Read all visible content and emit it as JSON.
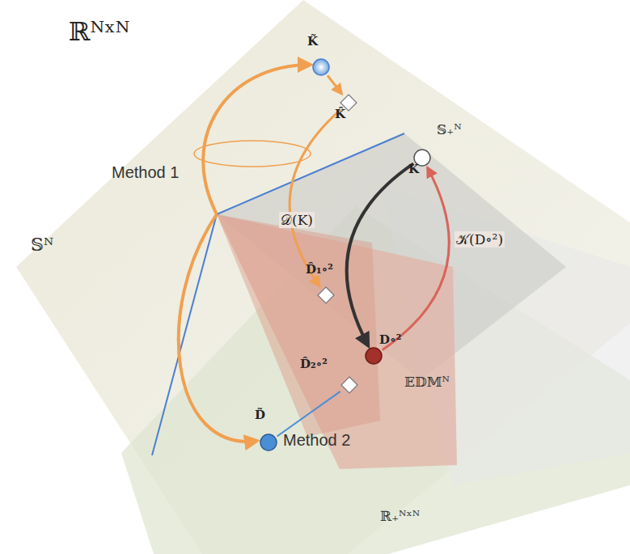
{
  "diagram": {
    "nodes": [
      {
        "text": [
          "K̃"
        ]
      },
      {
        "text": [
          "K̂"
        ]
      },
      {
        "text": [
          "K"
        ]
      },
      {
        "text": [
          "D̂₁∘²"
        ]
      },
      {
        "text": [
          "D∘²"
        ]
      },
      {
        "text": [
          "D̂₂∘²"
        ]
      },
      {
        "text": [
          "D̃"
        ]
      }
    ],
    "edges": [
      {
        "from": 0,
        "to": 1,
        "arrow": "to"
      },
      {
        "from": 1,
        "to": 3,
        "arrow": "to"
      },
      {
        "from": 2,
        "to": 4,
        "label": "𝒟(K)",
        "arrow": "to"
      },
      {
        "from": 4,
        "to": 2,
        "label": "𝒦(D∘²)",
        "arrow": "to"
      },
      {
        "from": 6,
        "to": 5,
        "arrow": "none"
      }
    ],
    "labels": [
      "ℝᴺˣᴺ",
      "𝕊ᴺ",
      "𝕊₊ᴺ",
      "𝔼𝔻𝕄ᴺ",
      "ℝ₊ᴺˣᴺ",
      "Method 1",
      "Method 2"
    ]
  }
}
